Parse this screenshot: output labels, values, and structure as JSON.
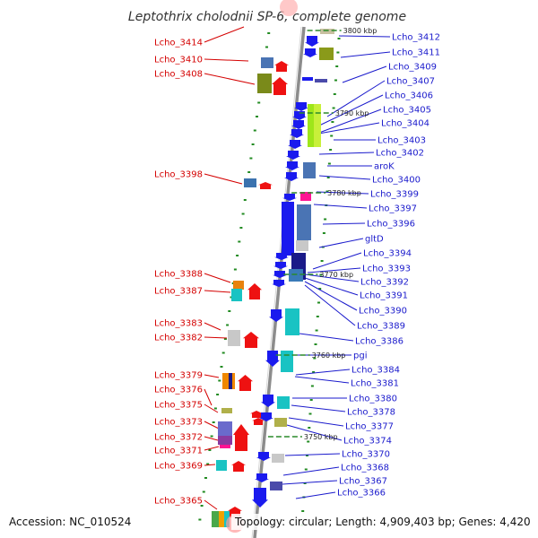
{
  "title": "Leptothrix cholodnii SP-6, complete genome",
  "accession": "Accession: NC_010524",
  "topology": "Topology: circular; Length: 4,909,403 bp; Genes: 4,420",
  "kbp_marks": [
    "3800 kbp",
    "3790 kbp",
    "3780 kbp",
    "3770 kbp",
    "3760 kbp",
    "3750 kbp"
  ],
  "reverse_labels": [
    "Lcho_3414",
    "Lcho_3410",
    "Lcho_3408",
    "Lcho_3398",
    "Lcho_3388",
    "Lcho_3387",
    "Lcho_3383",
    "Lcho_3382",
    "Lcho_3379",
    "Lcho_3376",
    "Lcho_3375",
    "Lcho_3373",
    "Lcho_3372",
    "Lcho_3371",
    "Lcho_3369",
    "Lcho_3365"
  ],
  "forward_labels": [
    "Lcho_3412",
    "Lcho_3411",
    "Lcho_3409",
    "Lcho_3407",
    "Lcho_3406",
    "Lcho_3405",
    "Lcho_3404",
    "Lcho_3403",
    "Lcho_3402",
    "aroK",
    "Lcho_3400",
    "Lcho_3399",
    "Lcho_3397",
    "Lcho_3396",
    "gltD",
    "Lcho_3394",
    "Lcho_3393",
    "Lcho_3392",
    "Lcho_3391",
    "Lcho_3390",
    "Lcho_3389",
    "Lcho_3386",
    "pgi",
    "Lcho_3384",
    "Lcho_3381",
    "Lcho_3380",
    "Lcho_3378",
    "Lcho_3377",
    "Lcho_3374",
    "Lcho_3370",
    "Lcho_3368",
    "Lcho_3367",
    "Lcho_3366"
  ],
  "colors": {
    "reverse": "#d40000",
    "forward": "#1a1acc",
    "strand_fwd": "#1a1aee",
    "strand_rev": "#ee1111",
    "backbone": "#9a9a9a",
    "gc_tick": "#228b22"
  }
}
